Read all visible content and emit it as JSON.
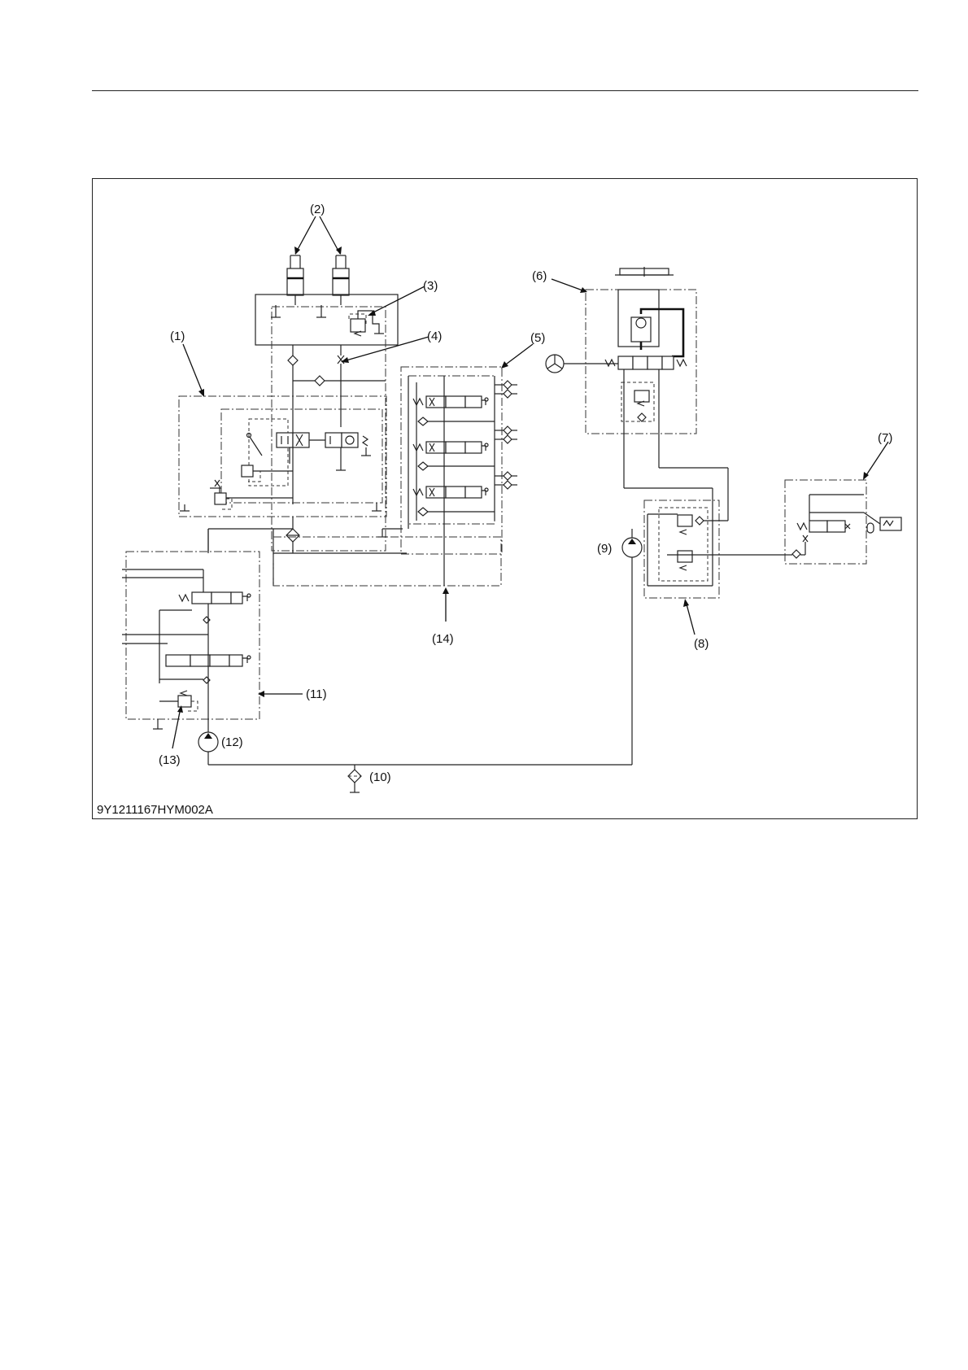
{
  "figure": {
    "code": "9Y1211167HYM002A"
  },
  "callouts": {
    "c1": "(1)",
    "c2": "(2)",
    "c3": "(3)",
    "c4": "(4)",
    "c5": "(5)",
    "c6": "(6)",
    "c7": "(7)",
    "c8": "(8)",
    "c9": "(9)",
    "c10": "(10)",
    "c11": "(11)",
    "c12": "(12)",
    "c13": "(13)",
    "c14": "(14)"
  }
}
